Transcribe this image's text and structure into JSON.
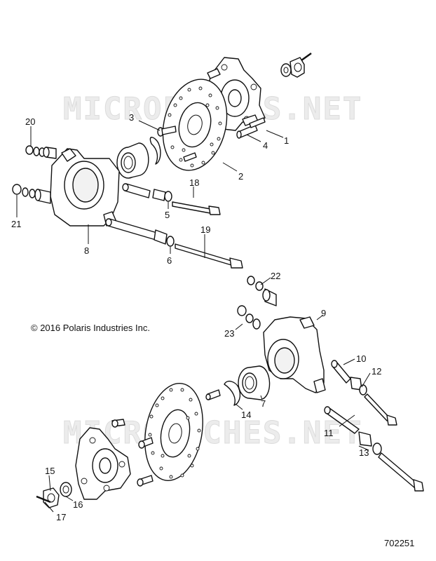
{
  "watermark": "MICROFICHES.NET",
  "copyright": "© 2016 Polaris Industries Inc.",
  "diagram_number": "702251",
  "callouts": {
    "c1": "1",
    "c2": "2",
    "c3": "3",
    "c4": "4",
    "c5": "5",
    "c6": "6",
    "c7": "7",
    "c8": "8",
    "c9": "9",
    "c10": "10",
    "c11": "11",
    "c12": "12",
    "c13": "13",
    "c14": "14",
    "c15": "15",
    "c16": "16",
    "c17": "17",
    "c18": "18",
    "c19": "19",
    "c20": "20",
    "c21": "21",
    "c22": "22",
    "c23": "23"
  },
  "colors": {
    "line": "#111111",
    "watermark": "#ececec"
  }
}
